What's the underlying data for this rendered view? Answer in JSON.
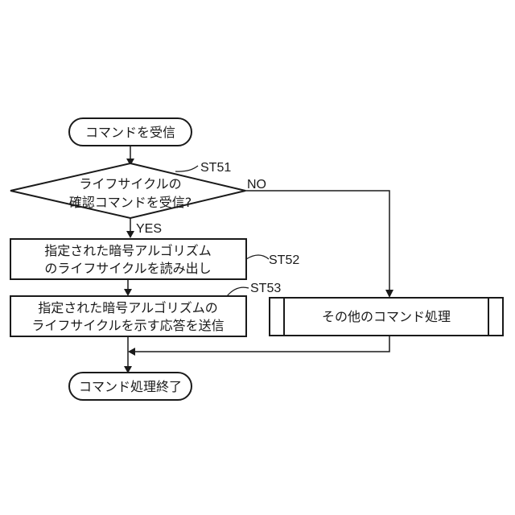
{
  "start": {
    "label": "コマンドを受信"
  },
  "decision": {
    "step_id": "ST51",
    "line1": "ライフサイクルの",
    "line2": "確認コマンドを受信?",
    "yes_label": "YES",
    "no_label": "NO"
  },
  "process1": {
    "step_id": "ST52",
    "line1": "指定された暗号アルゴリズム",
    "line2": "のライフサイクルを読み出し"
  },
  "process2": {
    "step_id": "ST53",
    "line1": "指定された暗号アルゴリズムの",
    "line2": "ライフサイクルを示す応答を送信"
  },
  "subprocess": {
    "label": "その他のコマンド処理"
  },
  "end": {
    "label": "コマンド処理終了"
  }
}
